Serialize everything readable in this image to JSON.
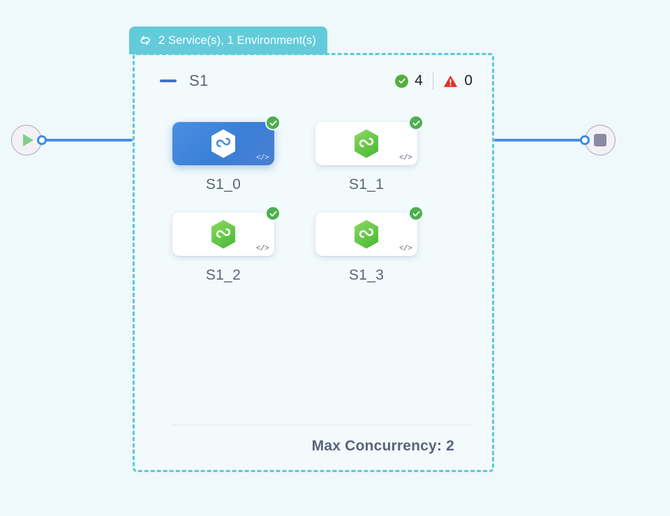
{
  "canvas": {
    "background_color": "#eff8fb"
  },
  "start_node": {
    "name": "start",
    "icon": "play-icon",
    "port_color": "#3d8ce0"
  },
  "end_node": {
    "name": "end",
    "icon": "stop-icon",
    "port_color": "#3d8ce0"
  },
  "group": {
    "badge": {
      "icon": "loop-repeat-icon",
      "label": "2 Service(s), 1 Environment(s)",
      "background_color": "#63cbd9"
    },
    "border_color": "#5ec8d8",
    "collapse_icon": "minus-icon",
    "title": "S1",
    "status": {
      "success": {
        "icon": "check-circle-icon",
        "count": "4",
        "color": "#55ad3e"
      },
      "error": {
        "icon": "warning-triangle-icon",
        "count": "0",
        "color": "#e03127"
      }
    },
    "nodes": [
      {
        "label": "S1_0",
        "icon": "hexagon-infinity-icon",
        "status_icon": "check-circle-icon",
        "code_icon": "code-icon",
        "code_label": "</>",
        "selected": true
      },
      {
        "label": "S1_1",
        "icon": "hexagon-infinity-icon",
        "status_icon": "check-circle-icon",
        "code_icon": "code-icon",
        "code_label": "</>",
        "selected": false
      },
      {
        "label": "S1_2",
        "icon": "hexagon-infinity-icon",
        "status_icon": "check-circle-icon",
        "code_icon": "code-icon",
        "code_label": "</>",
        "selected": false
      },
      {
        "label": "S1_3",
        "icon": "hexagon-infinity-icon",
        "status_icon": "check-circle-icon",
        "code_icon": "code-icon",
        "code_label": "</>",
        "selected": false
      }
    ],
    "footer": {
      "label": "Max Concurrency: 2"
    }
  }
}
